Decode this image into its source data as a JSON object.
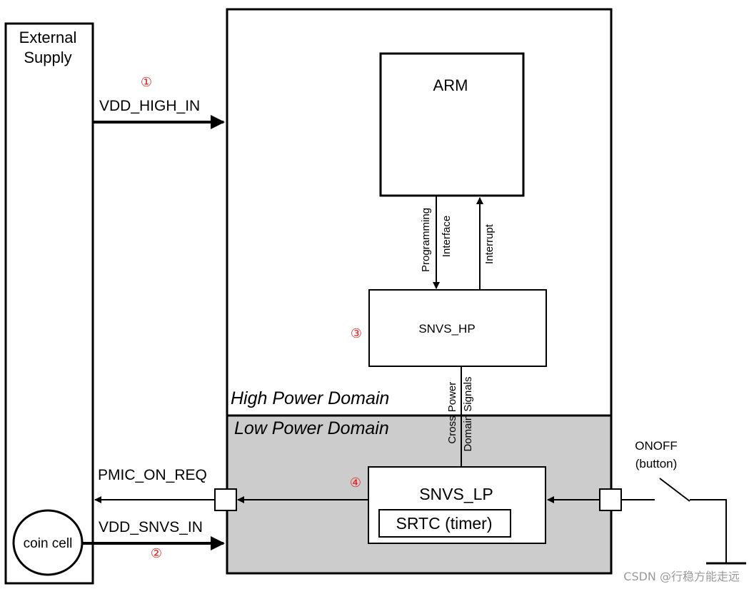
{
  "external_supply": {
    "line1": "External",
    "line2": "Supply"
  },
  "coin_cell": "coin cell",
  "signals": {
    "vdd_high_in": "VDD_HIGH_IN",
    "pmic_on_req": "PMIC_ON_REQ",
    "vdd_snvs_in": "VDD_SNVS_IN"
  },
  "markers": {
    "m1": "①",
    "m2": "②",
    "m3": "③",
    "m4": "④"
  },
  "blocks": {
    "arm": "ARM",
    "snvs_hp": "SNVS_HP",
    "snvs_lp": "SNVS_LP",
    "srtc": "SRTC (timer)"
  },
  "domains": {
    "high": "High Power Domain",
    "low": "Low Power Domain"
  },
  "links": {
    "programming": "Programming",
    "interface": "Interface",
    "interrupt": "Interrupt",
    "cross": "Cross",
    "power": "Power",
    "domain_signals": "Domain Signals"
  },
  "onoff": {
    "line1": "ONOFF",
    "line2": "(button)"
  },
  "watermark": "CSDN @行稳方能走远",
  "colors": {
    "low_domain_fill": "#cccccc",
    "marker": "#e02020"
  }
}
